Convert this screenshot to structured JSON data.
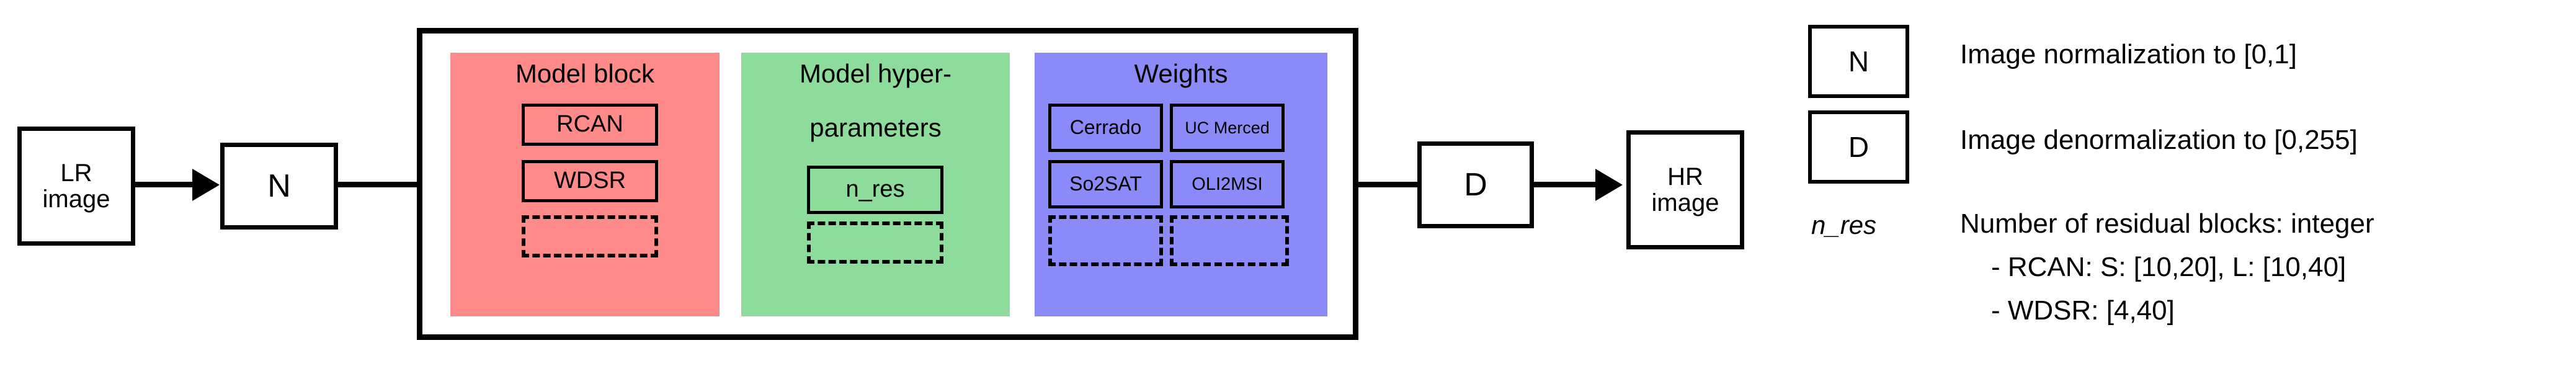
{
  "diagram": {
    "input_box": {
      "line1": "LR",
      "line2": "image"
    },
    "normalize_box": {
      "label": "N"
    },
    "denormalize_box": {
      "label": "D"
    },
    "output_box": {
      "line1": "HR",
      "line2": "image"
    },
    "groups": [
      {
        "id": "model-block",
        "title": "Model block",
        "color": "#FF8A8A",
        "items": [
          "RCAN",
          "WDSR"
        ],
        "placeholder_count": 1
      },
      {
        "id": "model-hyperparameters",
        "title_line1": "Model hyper-",
        "title_line2": "parameters",
        "color": "#8DDC9B",
        "items": [
          "n_res"
        ],
        "placeholder_count": 1
      },
      {
        "id": "weights",
        "title": "Weights",
        "color": "#8A8AF8",
        "items": [
          "Cerrado",
          "UC Merced",
          "So2SAT",
          "OLI2MSI"
        ],
        "placeholder_count": 2
      }
    ]
  },
  "legend": {
    "rows": [
      {
        "symbol": "N",
        "symbol_style": "box",
        "text": "Image normalization to [0,1]"
      },
      {
        "symbol": "D",
        "symbol_style": "box",
        "text": "Image denormalization to [0,255]"
      },
      {
        "symbol": "n_res",
        "symbol_style": "italic-text",
        "text": "Number of residual blocks: integer",
        "sub_lines": [
          "- RCAN: S: [10,20], L: [10,40]",
          "- WDSR: [4,40]"
        ]
      }
    ]
  },
  "colors": {
    "stroke": "#000000",
    "background": "#FFFFFF",
    "model_block": "#FF8A8A",
    "hyperparameters": "#8DDC9B",
    "weights": "#8A8AF8"
  }
}
